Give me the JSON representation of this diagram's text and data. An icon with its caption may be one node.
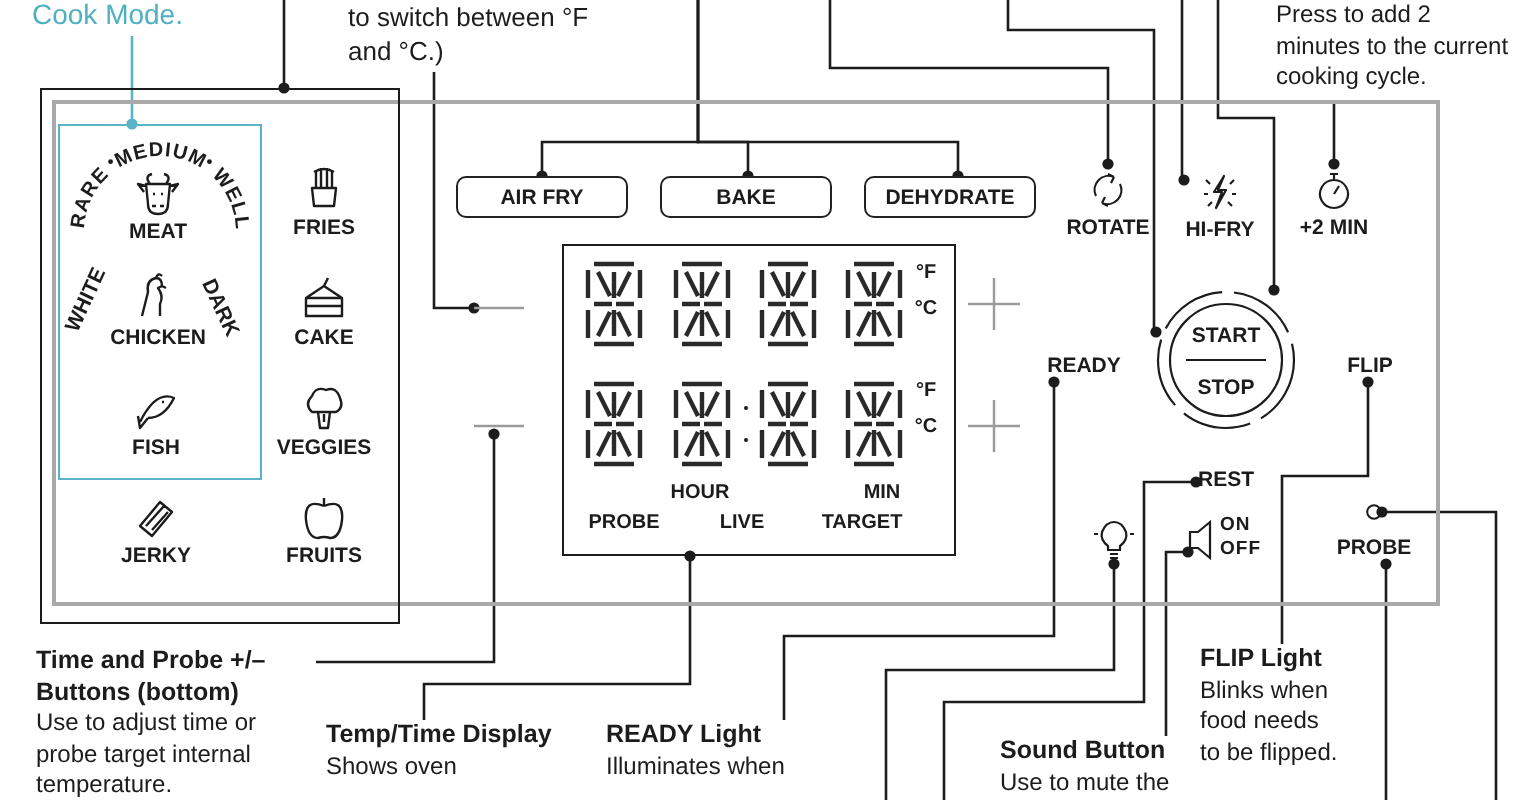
{
  "diagram": {
    "nodes": [
      {
        "text": [
          "Cook Mode."
        ]
      },
      {
        "text": [
          "to switch between °F and °C.)"
        ]
      },
      {
        "text": [
          "Press to add 2 minutes to the current cooking cycle."
        ]
      },
      {
        "text": [],
        "shape": "box"
      },
      {
        "text": [],
        "shape": "box"
      },
      {
        "text": [],
        "shape": "box",
        "in": 4
      },
      {
        "text": [
          "AIR FRY"
        ],
        "in": 3
      },
      {
        "text": [
          "BAKE"
        ],
        "in": 3
      },
      {
        "text": [
          "DEHYDRATE"
        ],
        "in": 3
      },
      {
        "text": [
          "ROTATE"
        ],
        "in": 3
      },
      {
        "text": [
          "HI-FRY"
        ],
        "in": 3
      },
      {
        "text": [
          "+2 MIN"
        ],
        "in": 3
      },
      {
        "text": [
          "°F",
          "°C",
          "°F",
          "°C",
          "HOUR",
          "MIN",
          "PROBE",
          "LIVE",
          "TARGET"
        ],
        "in": 3
      },
      {
        "text": [],
        "shape": "bar",
        "in": 3
      },
      {
        "text": [],
        "shape": "bar",
        "in": 3
      },
      {
        "text": [
          "START",
          "STOP"
        ],
        "in": 3
      },
      {
        "text": [
          "READY"
        ],
        "in": 3
      },
      {
        "text": [
          "FLIP"
        ],
        "in": 3
      },
      {
        "text": [
          "REST"
        ],
        "in": 3
      },
      {
        "text": [],
        "shape": "bulb",
        "in": 3
      },
      {
        "text": [
          "ON",
          "OFF"
        ],
        "in": 3
      },
      {
        "text": [],
        "shape": "circle",
        "in": 3
      },
      {
        "text": [
          "PROBE"
        ],
        "in": 3
      },
      {
        "text": [
          "Time and Probe +/– Buttons (bottom)",
          "Use to adjust time or probe target internal temperature."
        ]
      },
      {
        "text": [
          "Temp/Time Display",
          "Shows oven"
        ]
      },
      {
        "text": [
          "READY Light",
          "Illuminates when"
        ]
      },
      {
        "text": [
          "Sound Button",
          "Use to mute the"
        ]
      },
      {
        "text": [
          "FLIP Light",
          "Blinks when food needs to be flipped."
        ]
      }
    ],
    "edges": [
      {
        "from": 0,
        "to": 5,
        "arrow": "other",
        "color": "#5bb4c6"
      },
      {
        "from": null,
        "to": 4,
        "arrow": "other"
      },
      {
        "from": 1,
        "to": 13,
        "arrow": "other"
      },
      {
        "from": null,
        "to": 6,
        "arrow": "other"
      },
      {
        "from": null,
        "to": 7,
        "arrow": "other"
      },
      {
        "from": null,
        "to": 8,
        "arrow": "other"
      },
      {
        "from": null,
        "to": 9,
        "arrow": "other"
      },
      {
        "from": null,
        "to": 10,
        "arrow": "other"
      },
      {
        "from": null,
        "to": 15,
        "arrow": "other"
      },
      {
        "from": null,
        "to": 15,
        "arrow": "other"
      },
      {
        "from": 2,
        "to": 11,
        "arrow": "other"
      },
      {
        "from": 24,
        "to": 12,
        "arrow": "other"
      },
      {
        "from": 23,
        "to": 14,
        "arrow": "other"
      },
      {
        "from": 25,
        "to": 16,
        "arrow": "other"
      },
      {
        "from": 27,
        "to": 17,
        "arrow": "other"
      },
      {
        "from": null,
        "to": 18,
        "arrow": "other"
      },
      {
        "from": null,
        "to": 19,
        "arrow": "other"
      },
      {
        "from": 26,
        "to": 20,
        "arrow": "other"
      },
      {
        "from": null,
        "to": 21,
        "arrow": "other"
      },
      {
        "from": null,
        "to": 22,
        "arrow": "other"
      }
    ],
    "labels": [
      "RARE",
      "MEDIUM",
      "WELL",
      "MEAT",
      "FRIES",
      "WHITE",
      "CHICKEN",
      "DARK",
      "CAKE",
      "FISH",
      "VEGGIES",
      "JERKY",
      "FRUITS"
    ]
  }
}
